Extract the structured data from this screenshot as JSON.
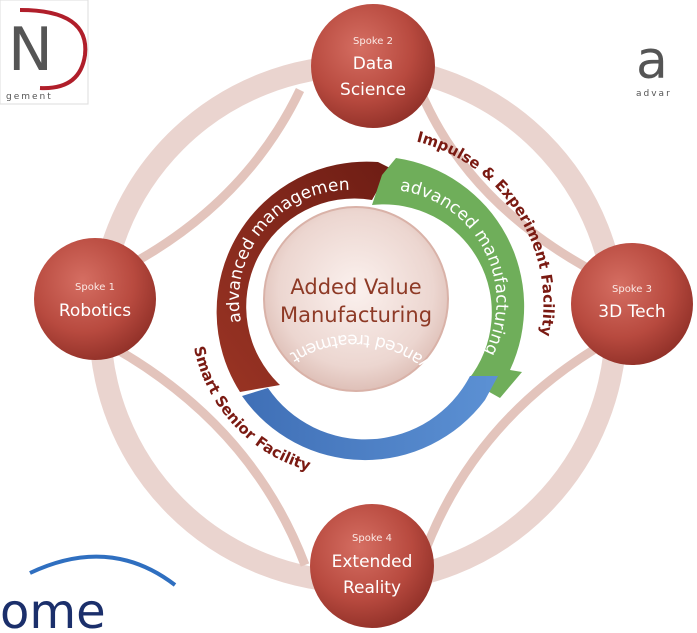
{
  "diagram": {
    "center": {
      "line1": "Added Value",
      "line2": "Manufacturing"
    },
    "spokes": [
      {
        "tag": "Spoke 1",
        "line1": "Robotics",
        "line2": ""
      },
      {
        "tag": "Spoke 2",
        "line1": "Data",
        "line2": "Science"
      },
      {
        "tag": "Spoke 3",
        "line1": "3D Tech",
        "line2": ""
      },
      {
        "tag": "Spoke 4",
        "line1": "Extended",
        "line2": "Reality"
      }
    ],
    "arcs": {
      "management": "advanced management",
      "manufacturing": "advanced manufacturing",
      "treatment": "advanced treatment"
    },
    "facilities": {
      "impulse": "Impulse & Experiment Facility",
      "senior": "Smart Senior Facility"
    },
    "logos": {
      "top_left_fragment": "N",
      "top_left_sub": "gement",
      "top_right_fragment": "a",
      "top_right_sub": "advar",
      "bottom_left_fragment": "ome"
    },
    "colors": {
      "spoke_red": "#b84a3f",
      "arc_dark_red": "#8a2a1e",
      "arc_green": "#6fae5a",
      "arc_blue": "#4a7fc3",
      "ring": "#ead4cf",
      "facility_text": "#7a1a12",
      "center_text": "#8e3a26"
    }
  }
}
